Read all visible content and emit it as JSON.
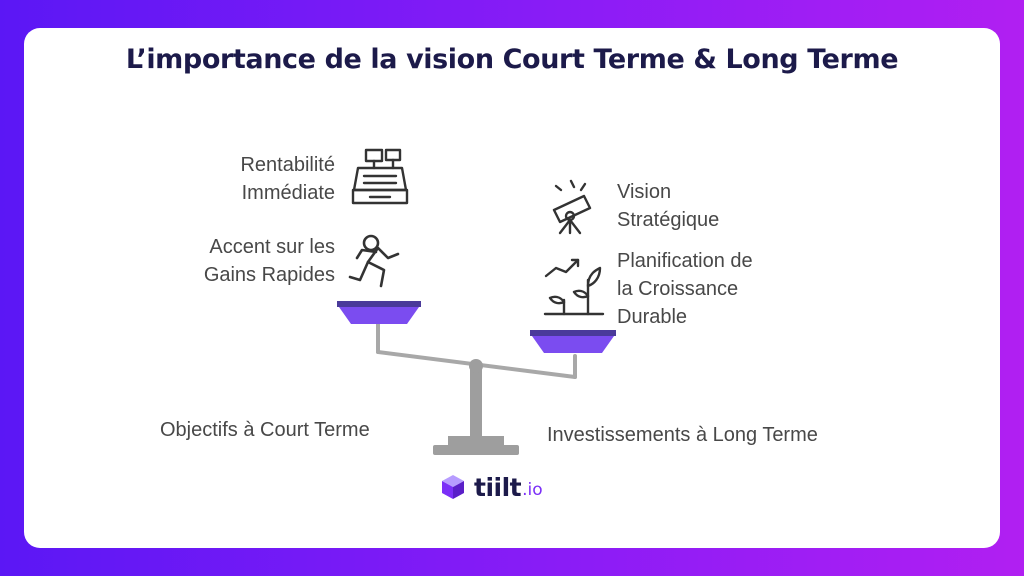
{
  "title": "L’importance de la vision Court Terme & Long Terme",
  "left": {
    "items": [
      {
        "label": "Rentabilité\nImmédiate",
        "icon": "cash-register-icon"
      },
      {
        "label": "Accent sur les\nGains Rapides",
        "icon": "running-person-icon"
      }
    ],
    "base_label": "Objectifs à Court Terme"
  },
  "right": {
    "items": [
      {
        "label": "Vision\nStratégique",
        "icon": "telescope-icon"
      },
      {
        "label": "Planification de\nla Croissance\nDurable",
        "icon": "growing-plant-icon"
      }
    ],
    "base_label": "Investissements à Long Terme"
  },
  "brand": {
    "name": "tiilt",
    "tld": ".io",
    "icon": "cube-logo-icon"
  },
  "colors": {
    "accent": "#7b4cf0",
    "title": "#1c1a4a",
    "text": "#484848",
    "scale": "#9e9e9e"
  }
}
